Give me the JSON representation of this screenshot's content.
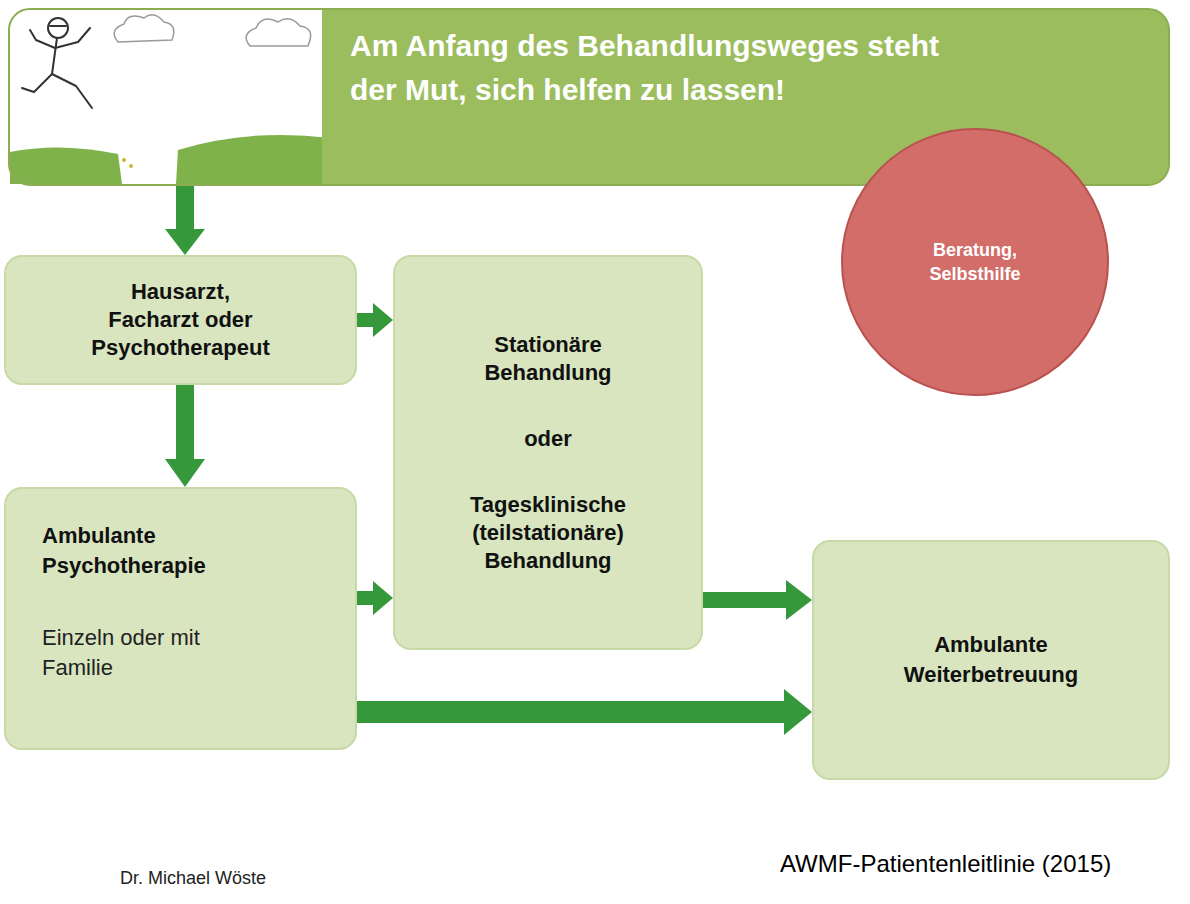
{
  "diagram": {
    "nodes": [
      {
        "text": [
          "Am Anfang des Behandlungsweges steht der Mut, sich helfen zu lassen!"
        ]
      },
      {
        "text": [
          "Hausarzt, Facharzt oder Psychotherapeut"
        ]
      },
      {
        "text": [
          "Stationäre Behandlung",
          "oder",
          "Tagesklinische (teilstationäre) Behandlung"
        ]
      },
      {
        "text": [
          "Beratung, Selbsthilfe"
        ]
      },
      {
        "text": [
          "Ambulante Psychotherapie",
          "Einzeln oder mit Familie"
        ]
      },
      {
        "text": [
          "Ambulante Weiterbetreuung"
        ]
      }
    ],
    "edges": [
      {
        "from": 0,
        "to": 1,
        "arrow": "to"
      },
      {
        "from": 1,
        "to": 2,
        "arrow": "to"
      },
      {
        "from": 1,
        "to": 4,
        "arrow": "to"
      },
      {
        "from": 4,
        "to": 2,
        "arrow": "to"
      },
      {
        "from": 2,
        "to": 5,
        "arrow": "to"
      },
      {
        "from": 4,
        "to": 5,
        "arrow": "to"
      }
    ],
    "labels": [
      "Dr. Michael Wöste",
      "AWMF-Patientenleitlinie (2015)"
    ]
  }
}
